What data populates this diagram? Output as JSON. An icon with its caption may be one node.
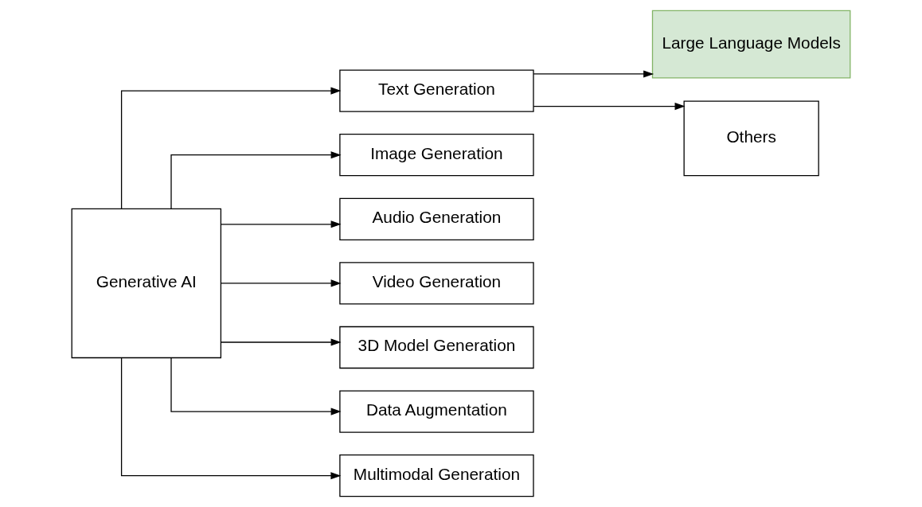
{
  "diagram": {
    "nodes": [
      {
        "text": [
          "Generative AI"
        ]
      },
      {
        "text": [
          "Text Generation"
        ]
      },
      {
        "text": [
          "Image Generation"
        ]
      },
      {
        "text": [
          "Audio Generation"
        ]
      },
      {
        "text": [
          "Video Generation"
        ]
      },
      {
        "text": [
          "3D Model Generation"
        ]
      },
      {
        "text": [
          "Data Augmentation"
        ]
      },
      {
        "text": [
          "Multimodal Generation"
        ]
      },
      {
        "text": [
          "Large Language Models"
        ]
      },
      {
        "text": [
          "Others"
        ]
      }
    ],
    "edges": [
      {
        "from": 0,
        "to": 1,
        "arrow": "to"
      },
      {
        "from": 0,
        "to": 2,
        "arrow": "to"
      },
      {
        "from": 0,
        "to": 3,
        "arrow": "to"
      },
      {
        "from": 0,
        "to": 4,
        "arrow": "to"
      },
      {
        "from": 0,
        "to": 5,
        "arrow": "to"
      },
      {
        "from": 0,
        "to": 6,
        "arrow": "to"
      },
      {
        "from": 0,
        "to": 7,
        "arrow": "to"
      },
      {
        "from": 1,
        "to": 8,
        "arrow": "to"
      },
      {
        "from": 1,
        "to": 9,
        "arrow": "to"
      }
    ]
  }
}
